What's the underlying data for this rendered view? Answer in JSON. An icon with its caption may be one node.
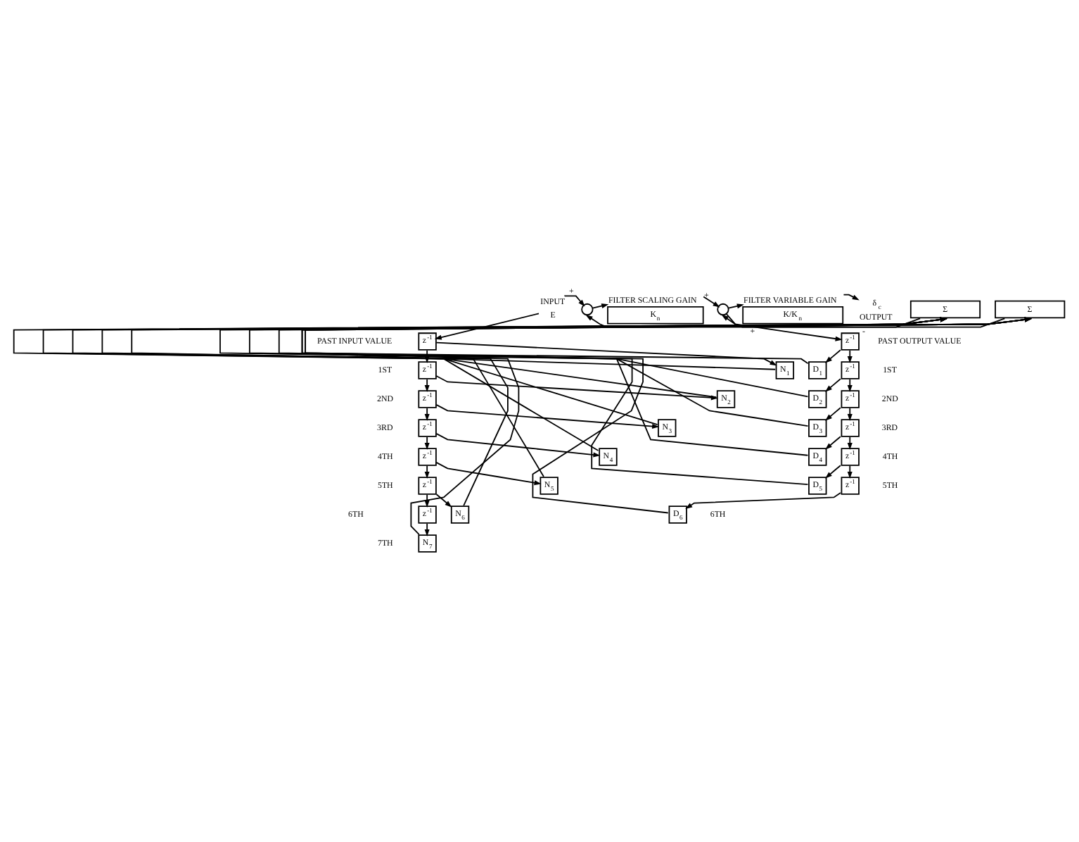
{
  "diagram": {
    "nodes": [
      {
        "text": [
          "E"
        ],
        "beside": [
          "INPUT"
        ]
      },
      {
        "text": [],
        "shape": "circle"
      },
      {
        "text": [
          "K$_{n}$"
        ],
        "beside": [
          "FILTER SCALING GAIN"
        ]
      },
      {
        "text": [],
        "shape": "circle"
      },
      {
        "text": [
          "K/K$_{n}$"
        ],
        "beside": [
          "FILTER VARIABLE GAIN"
        ]
      },
      {
        "text": [
          "δ$_{c}$"
        ],
        "beside": [
          "OUTPUT"
        ]
      },
      {
        "text": [
          "Σ"
        ]
      },
      {
        "text": [
          "Σ"
        ]
      },
      {
        "text": [
          "z$^{-1}$"
        ]
      },
      {
        "text": [
          "z$^{-1}$"
        ]
      },
      {
        "text": [
          "N$_{1}$"
        ]
      },
      {
        "text": [
          "D$_{1}$"
        ]
      },
      {
        "text": [
          "z$^{-1}$"
        ]
      },
      {
        "text": [
          "z$^{-1}$"
        ]
      },
      {
        "text": [
          "N$_{2}$"
        ]
      },
      {
        "text": [
          "D$_{2}$"
        ]
      },
      {
        "text": [
          "z$^{-1}$"
        ]
      },
      {
        "text": [
          "z$^{-1}$"
        ]
      },
      {
        "text": [
          "N$_{3}$"
        ]
      },
      {
        "text": [
          "D$_{3}$"
        ]
      },
      {
        "text": [
          "z$^{-1}$"
        ]
      },
      {
        "text": [
          "z$^{-1}$"
        ]
      },
      {
        "text": [
          "N$_{4}$"
        ]
      },
      {
        "text": [
          "D$_{4}$"
        ]
      },
      {
        "text": [
          "z$^{-1}$"
        ]
      },
      {
        "text": [
          "z$^{-1}$"
        ]
      },
      {
        "text": [
          "N$_{5}$"
        ]
      },
      {
        "text": [
          "D$_{5}$"
        ]
      },
      {
        "text": [
          "z$^{-1}$"
        ]
      },
      {
        "text": [
          "z$^{-1}$"
        ]
      },
      {
        "text": [
          "N$_{6}$"
        ]
      },
      {
        "text": [
          "D$_{6}$"
        ]
      },
      {
        "text": [
          "z$^{-1}$"
        ]
      },
      {
        "text": [
          "N$_{7}$"
        ]
      }
    ],
    "edges": [
      {
        "from": 0,
        "to": 1,
        "arrow": "to",
        "label": "+"
      },
      {
        "from": 1,
        "to": 2,
        "arrow": "to"
      },
      {
        "from": 2,
        "to": 3,
        "arrow": "to",
        "label": "+"
      },
      {
        "from": 3,
        "to": 4,
        "arrow": "to"
      },
      {
        "from": 4,
        "to": 5,
        "arrow": "to"
      },
      {
        "from": 6,
        "to": 1,
        "arrow": "to",
        "label": "+"
      },
      {
        "from": 7,
        "to": 3,
        "arrow": "to",
        "label": "-"
      },
      {
        "from": 0,
        "to": 8,
        "arrow": "to"
      },
      {
        "from": 8,
        "to": 10,
        "arrow": "to"
      },
      {
        "from": 8,
        "to": 12,
        "arrow": "to"
      },
      {
        "from": 12,
        "to": 14,
        "arrow": "to"
      },
      {
        "from": 12,
        "to": 16,
        "arrow": "to"
      },
      {
        "from": 16,
        "to": 18,
        "arrow": "to"
      },
      {
        "from": 16,
        "to": 20,
        "arrow": "to"
      },
      {
        "from": 20,
        "to": 22,
        "arrow": "to"
      },
      {
        "from": 20,
        "to": 24,
        "arrow": "to"
      },
      {
        "from": 24,
        "to": 26,
        "arrow": "to"
      },
      {
        "from": 24,
        "to": 28,
        "arrow": "to"
      },
      {
        "from": 28,
        "to": 30,
        "arrow": "to"
      },
      {
        "from": 28,
        "to": 32,
        "arrow": "to"
      },
      {
        "from": 32,
        "to": 33,
        "arrow": "to"
      },
      {
        "from": 10,
        "to": 6,
        "arrow": "to"
      },
      {
        "from": 14,
        "to": 6,
        "arrow": "to"
      },
      {
        "from": 18,
        "to": 6,
        "arrow": "to"
      },
      {
        "from": 22,
        "to": 6,
        "arrow": "to"
      },
      {
        "from": 26,
        "to": 6,
        "arrow": "to"
      },
      {
        "from": 30,
        "to": 6,
        "arrow": "to"
      },
      {
        "from": 33,
        "to": 6,
        "arrow": "to"
      },
      {
        "from": 3,
        "to": 9,
        "arrow": "to"
      },
      {
        "from": 9,
        "to": 11,
        "arrow": "to"
      },
      {
        "from": 9,
        "to": 13,
        "arrow": "to"
      },
      {
        "from": 13,
        "to": 15,
        "arrow": "to"
      },
      {
        "from": 13,
        "to": 17,
        "arrow": "to"
      },
      {
        "from": 17,
        "to": 19,
        "arrow": "to"
      },
      {
        "from": 17,
        "to": 21,
        "arrow": "to"
      },
      {
        "from": 21,
        "to": 23,
        "arrow": "to"
      },
      {
        "from": 21,
        "to": 25,
        "arrow": "to"
      },
      {
        "from": 25,
        "to": 27,
        "arrow": "to"
      },
      {
        "from": 25,
        "to": 29,
        "arrow": "to"
      },
      {
        "from": 29,
        "to": 31,
        "arrow": "to"
      },
      {
        "from": 11,
        "to": 7,
        "arrow": "to"
      },
      {
        "from": 15,
        "to": 7,
        "arrow": "to"
      },
      {
        "from": 19,
        "to": 7,
        "arrow": "to"
      },
      {
        "from": 23,
        "to": 7,
        "arrow": "to"
      },
      {
        "from": 27,
        "to": 7,
        "arrow": "to"
      },
      {
        "from": 31,
        "to": 7,
        "arrow": "to"
      }
    ],
    "labels": [
      "PAST INPUT VALUE",
      "PAST OUTPUT VALUE",
      "1ST",
      "1ST",
      "2ND",
      "2ND",
      "3RD",
      "3RD",
      "4TH",
      "4TH",
      "5TH",
      "5TH",
      "6TH",
      "6TH",
      "7TH"
    ]
  }
}
